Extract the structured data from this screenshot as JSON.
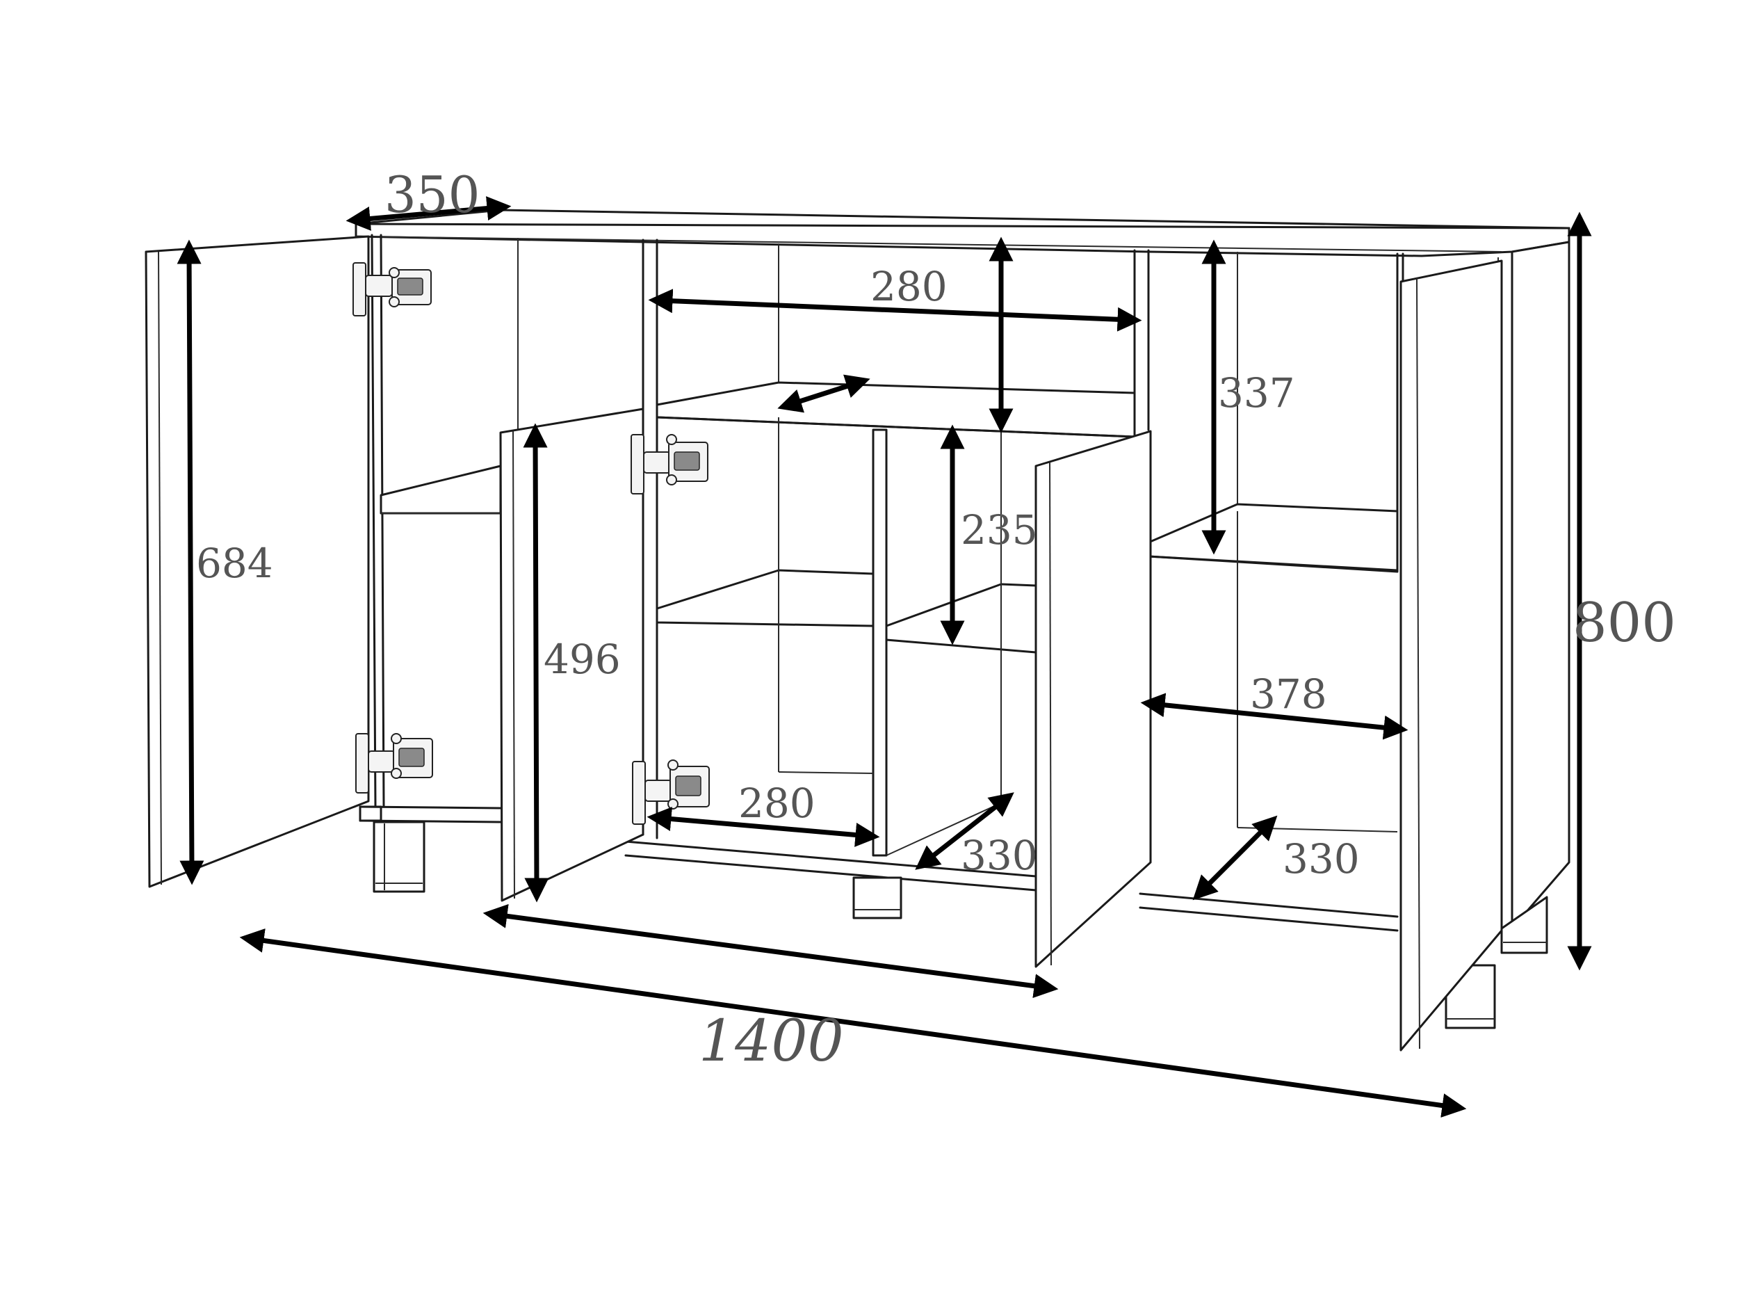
{
  "dimensions": {
    "depth_top": "350",
    "total_height": "800",
    "total_width": "1400",
    "left_door_height": "684",
    "middle_door_height": "496",
    "upper_niche_width": "280",
    "upper_niche_height": "337",
    "shelf_gap_height": "235",
    "right_compartment_width": "378",
    "bottom_niche_width": "280",
    "middle_depth": "330",
    "right_depth": "330"
  }
}
